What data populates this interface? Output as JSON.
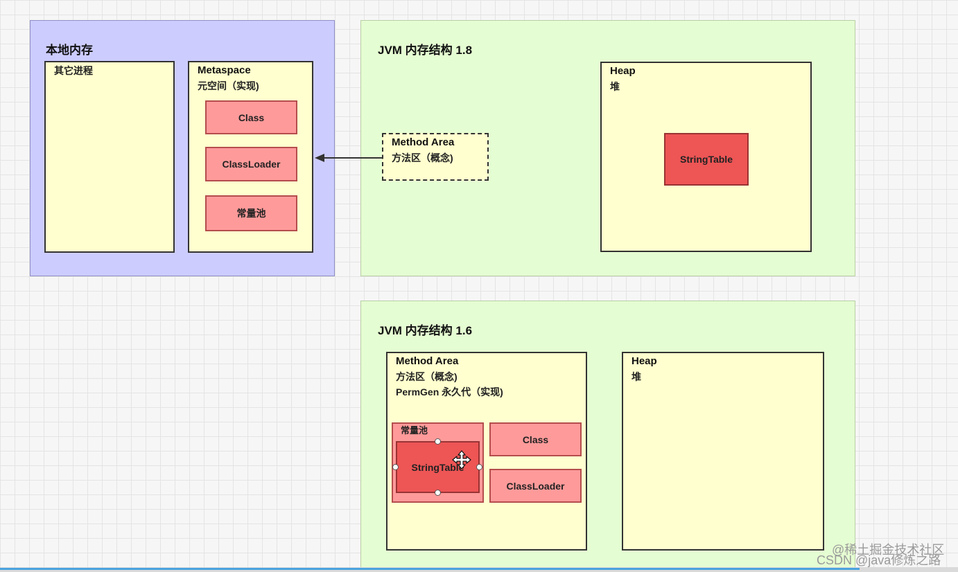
{
  "local_memory": {
    "title": "本地内存",
    "other_process": "其它进程",
    "metaspace": {
      "title": "Metaspace",
      "subtitle": "元空间（实现)",
      "items": [
        "Class",
        "ClassLoader",
        "常量池"
      ]
    }
  },
  "jvm18": {
    "title": "JVM 内存结构 1.8",
    "method_area": {
      "title": "Method Area",
      "subtitle": "方法区（概念)"
    },
    "heap": {
      "title": "Heap",
      "subtitle": "堆",
      "string_table": "StringTable"
    }
  },
  "jvm16": {
    "title": "JVM 内存结构 1.6",
    "method_area": {
      "title": "Method Area",
      "line2": "方法区（概念)",
      "line3": "PermGen 永久代（实现)",
      "constant_pool": "常量池",
      "string_table": "StringTable",
      "class": "Class",
      "classloader": "ClassLoader"
    },
    "heap": {
      "title": "Heap",
      "subtitle": "堆"
    }
  },
  "watermark": {
    "line1": "@稀土掘金技术社区",
    "line2": "CSDN @java修炼之路"
  },
  "colors": {
    "local_panel": "#ccccff",
    "jvm_panel": "#e5fdd2",
    "region": "#ffffcf",
    "item": "#ff9a9a",
    "string_table": "#ee5555"
  }
}
